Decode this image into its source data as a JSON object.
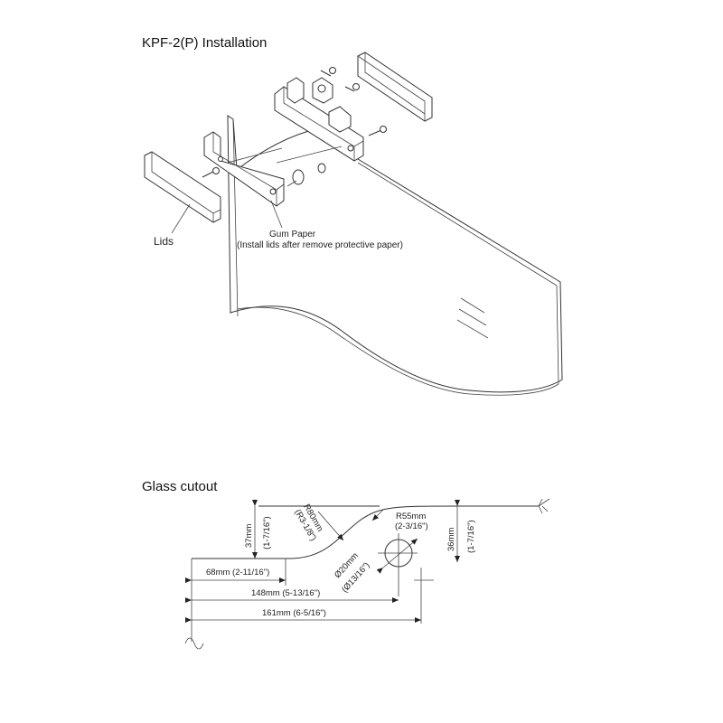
{
  "installation": {
    "title": "KPF-2(P) Installation",
    "lids_label": "Lids",
    "gum_paper_label": "Gum Paper",
    "gum_paper_note": "(Install lids after remove protective paper)"
  },
  "cutout": {
    "title": "Glass cutout",
    "height_left": "37mm",
    "height_left_in": "(1-7/16\")",
    "radius_large": "R80mm",
    "radius_large_in": "(R3-1/8\")",
    "radius_small": "R55mm",
    "radius_small_in": "(2-3/16\")",
    "height_right": "36mm",
    "height_right_in": "(1-7/16\")",
    "hole": "Ø20mm",
    "hole_in": "(Ø13/16\")",
    "width_1": "68mm (2-11/16\")",
    "width_2": "148mm (5-13/16\")",
    "width_3": "161mm (6-5/16\")"
  }
}
